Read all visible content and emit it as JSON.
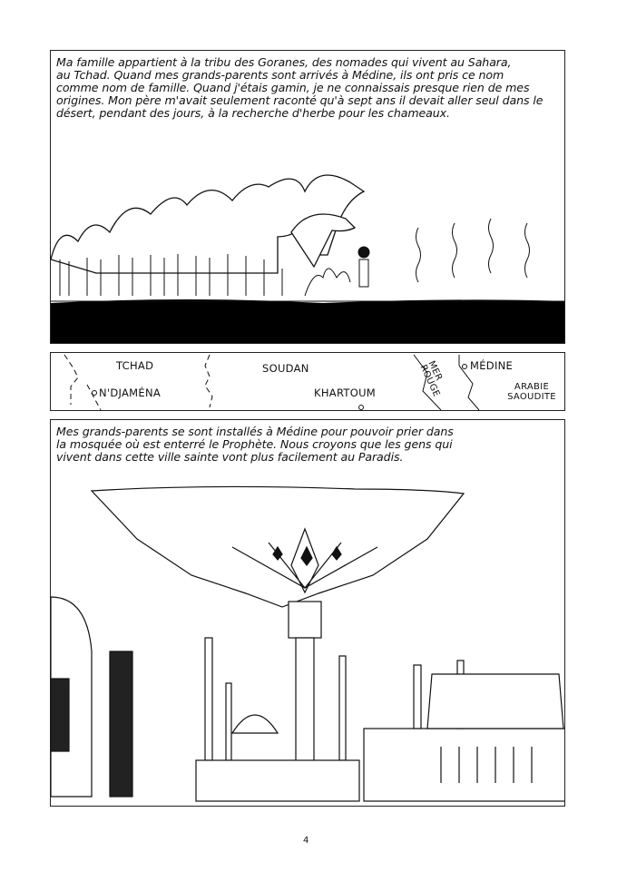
{
  "panels": {
    "camels": {
      "caption": "Ma famille appartient à la tribu des Goranes, des nomades qui vivent au Sahara,\nau Tchad. Quand mes grands-parents sont arrivés à Médine, ils ont pris ce nom\ncomme nom de famille. Quand j'étais gamin, je ne connaissais presque rien de mes\norigines. Mon père m'avait seulement raconté qu'à sept ans il devait aller seul dans le\ndésert, pendant des jours, à la recherche d'herbe pour les chameaux."
    },
    "map": {
      "labels": {
        "tchad": "TCHAD",
        "ndjamena": "N'DJAMÉNA",
        "soudan": "SOUDAN",
        "khartoum": "KHARTOUM",
        "mer_rouge": "MER ROUGE",
        "medine": "MÉDINE",
        "arabie": "ARABIE SAOUDITE"
      }
    },
    "mosque": {
      "caption": "Mes grands-parents se sont installés à Médine pour pouvoir prier dans\nla mosquée où est enterré le Prophète. Nous croyons que les gens qui\nvivent dans cette ville sainte vont plus facilement au Paradis."
    }
  },
  "page_number": "4"
}
